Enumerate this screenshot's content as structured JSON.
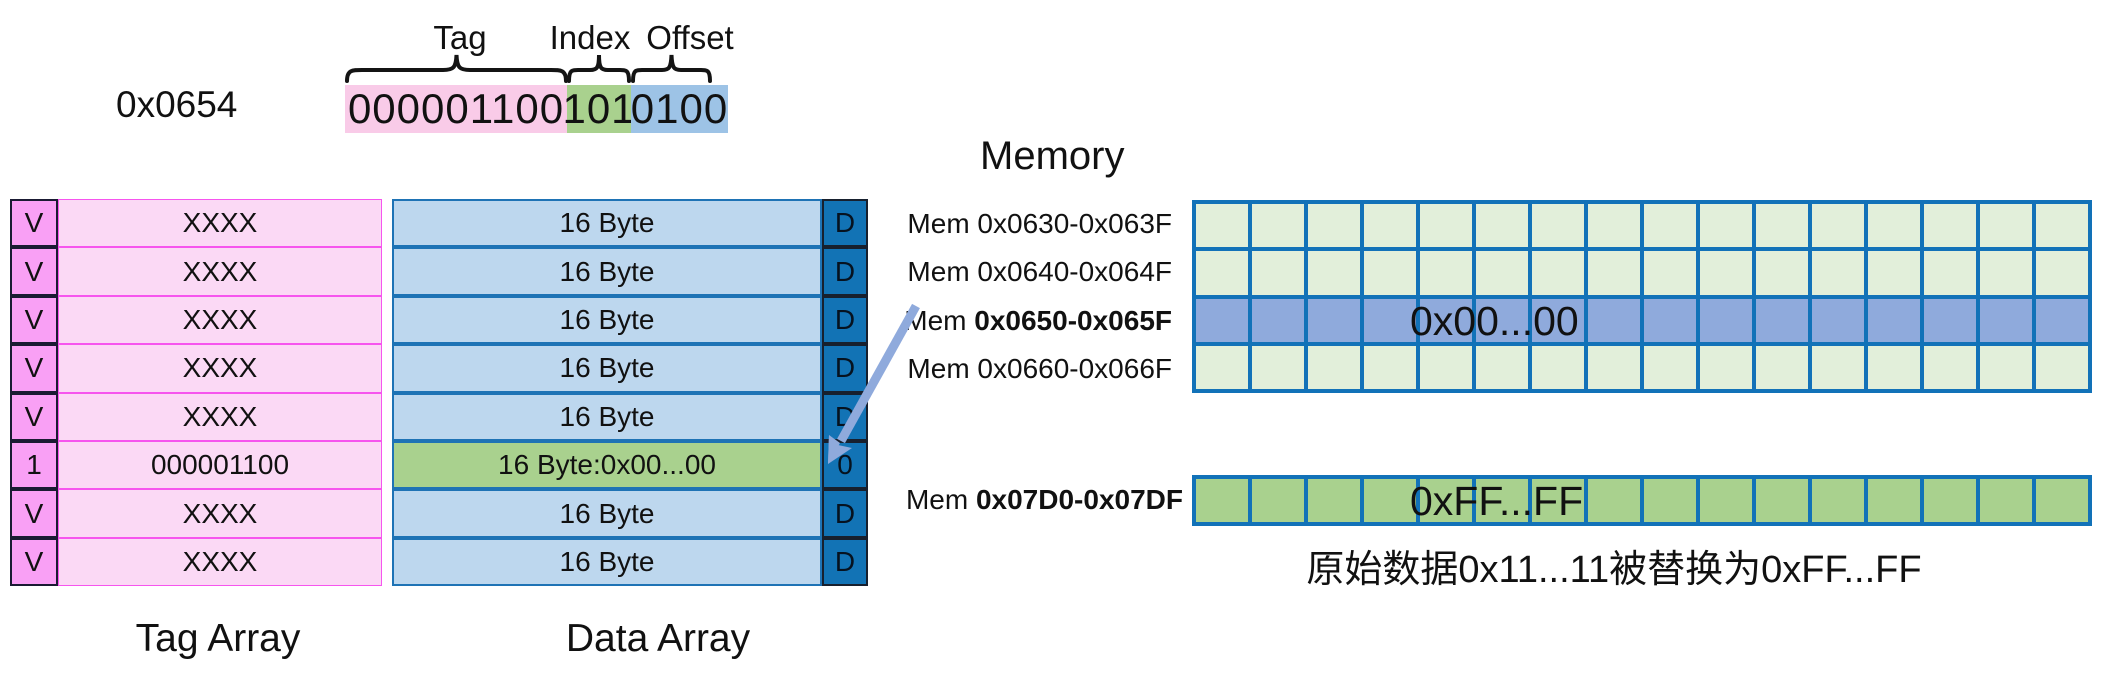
{
  "address": {
    "value": "0x0654",
    "fields": [
      {
        "label": "Tag",
        "bits": "000001100",
        "color": "#F9CBE8"
      },
      {
        "label": "Index",
        "bits": "101",
        "color": "#A9D18E"
      },
      {
        "label": "Offset",
        "bits": "0100",
        "color": "#9DC3E6"
      }
    ]
  },
  "tag_array": {
    "title": "Tag Array",
    "rows": [
      {
        "valid": "V",
        "tag": "XXXX"
      },
      {
        "valid": "V",
        "tag": "XXXX"
      },
      {
        "valid": "V",
        "tag": "XXXX"
      },
      {
        "valid": "V",
        "tag": "XXXX"
      },
      {
        "valid": "V",
        "tag": "XXXX"
      },
      {
        "valid": "1",
        "tag": "000001100"
      },
      {
        "valid": "V",
        "tag": "XXXX"
      },
      {
        "valid": "V",
        "tag": "XXXX"
      }
    ]
  },
  "data_array": {
    "title": "Data Array",
    "rows": [
      {
        "data": "16 Byte",
        "dirty": "D"
      },
      {
        "data": "16 Byte",
        "dirty": "D"
      },
      {
        "data": "16 Byte",
        "dirty": "D"
      },
      {
        "data": "16 Byte",
        "dirty": "D"
      },
      {
        "data": "16 Byte",
        "dirty": "D"
      },
      {
        "data": "16 Byte:0x00...00",
        "dirty": "0"
      },
      {
        "data": "16 Byte",
        "dirty": "D"
      },
      {
        "data": "16 Byte",
        "dirty": "D"
      }
    ]
  },
  "memory": {
    "title": "Memory",
    "cells_per_row": 16,
    "rows": [
      {
        "prefix": "Mem ",
        "range": "0x0630-0x063F",
        "bold": false,
        "highlight": "none",
        "value": ""
      },
      {
        "prefix": "Mem ",
        "range": "0x0640-0x064F",
        "bold": false,
        "highlight": "none",
        "value": ""
      },
      {
        "prefix": "Mem ",
        "range": "0x0650-0x065F",
        "bold": true,
        "highlight": "blue",
        "value": "0x00...00"
      },
      {
        "prefix": "Mem ",
        "range": "0x0660-0x066F",
        "bold": false,
        "highlight": "none",
        "value": ""
      }
    ],
    "extra_row": {
      "prefix": "Mem ",
      "range": "0x07D0-0x07DF",
      "bold": true,
      "highlight": "green",
      "value": "0xFF...FF"
    }
  },
  "caption": "原始数据0x11...11被替换为0xFF...FF",
  "colors": {
    "valid_cell": "#F9A0F5",
    "tag_cell": "#FBD9F5",
    "tag_border": "#F655EE",
    "data_cell": "#BDD7EE",
    "data_border": "#1E73B5",
    "dirty_cell": "#1273B5",
    "highlight_green": "#A9D18E",
    "mem_cell": "#E2EFDA",
    "mem_border": "#1272B8",
    "mem_highlight_blue": "#8FAADC",
    "arrow": "#8FAADC"
  }
}
